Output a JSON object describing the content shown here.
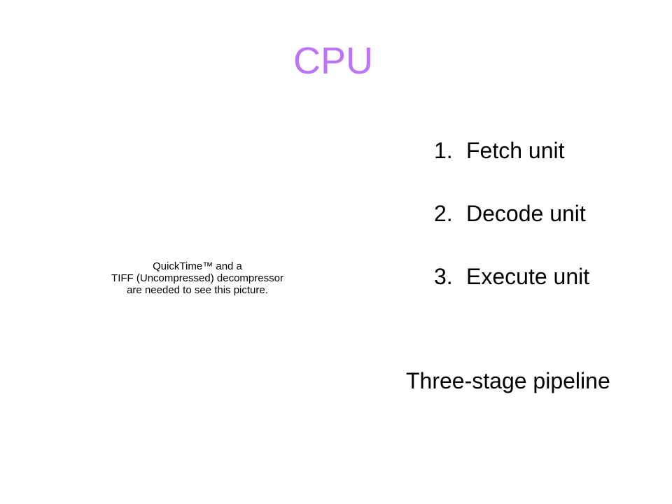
{
  "slide": {
    "title": "CPU",
    "title_color": "#bd73f5"
  },
  "image_placeholder": {
    "lines": [
      "QuickTime™ and a",
      "TIFF (Uncompressed) decompressor",
      "are needed to see this picture."
    ]
  },
  "stages": {
    "items": [
      {
        "number": "1.",
        "label": "Fetch unit"
      },
      {
        "number": "2.",
        "label": "Decode unit"
      },
      {
        "number": "3.",
        "label": "Execute unit"
      }
    ]
  },
  "caption": "Three-stage pipeline"
}
